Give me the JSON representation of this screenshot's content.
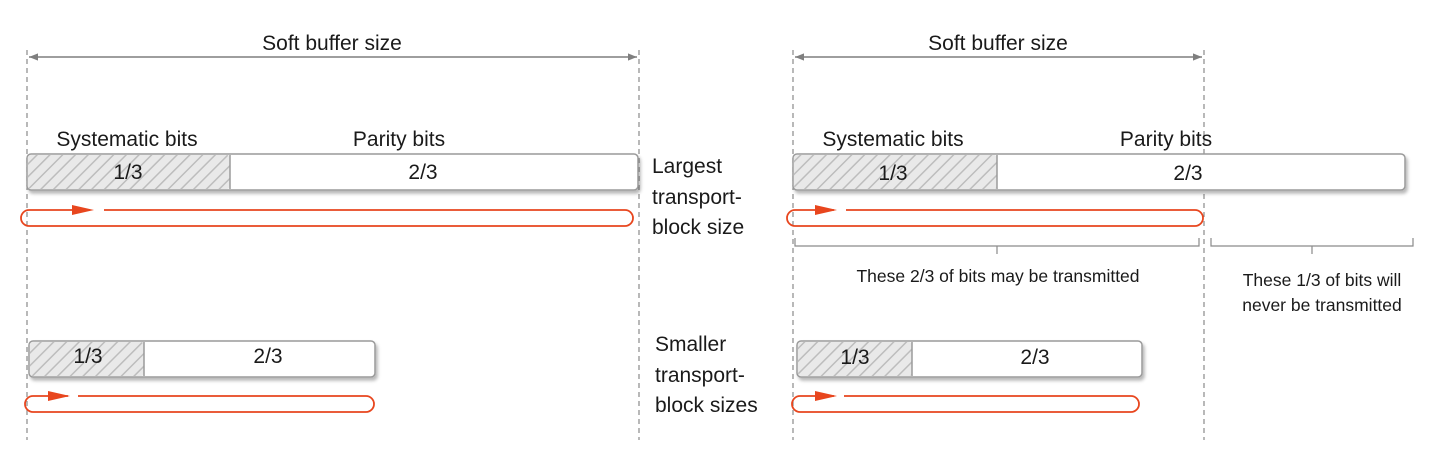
{
  "left_panel": {
    "soft_buffer_label": "Soft buffer size",
    "systematic_label": "Systematic bits",
    "parity_label": "Parity bits",
    "large_block": {
      "systematic_fraction": "1/3",
      "parity_fraction": "2/3"
    },
    "small_block": {
      "systematic_fraction": "1/3",
      "parity_fraction": "2/3"
    }
  },
  "middle_labels": {
    "largest": [
      "Largest",
      "transport-",
      "block size"
    ],
    "smaller": [
      "Smaller",
      "transport-",
      "block sizes"
    ]
  },
  "right_panel": {
    "soft_buffer_label": "Soft buffer size",
    "systematic_label": "Systematic bits",
    "parity_label": "Parity bits",
    "large_block": {
      "systematic_fraction": "1/3",
      "parity_fraction": "2/3"
    },
    "small_block": {
      "systematic_fraction": "1/3",
      "parity_fraction": "2/3"
    },
    "transmitted_note": "These 2/3 of  bits may be transmitted",
    "never_note": [
      "These 1/3 of bits will",
      "never be transmitted"
    ]
  },
  "colors": {
    "circular_buffer": "#e8461e",
    "block_border": "#9a9a9a",
    "hatch": "#b5b5b5",
    "dimension_line": "#7f7f7f"
  }
}
